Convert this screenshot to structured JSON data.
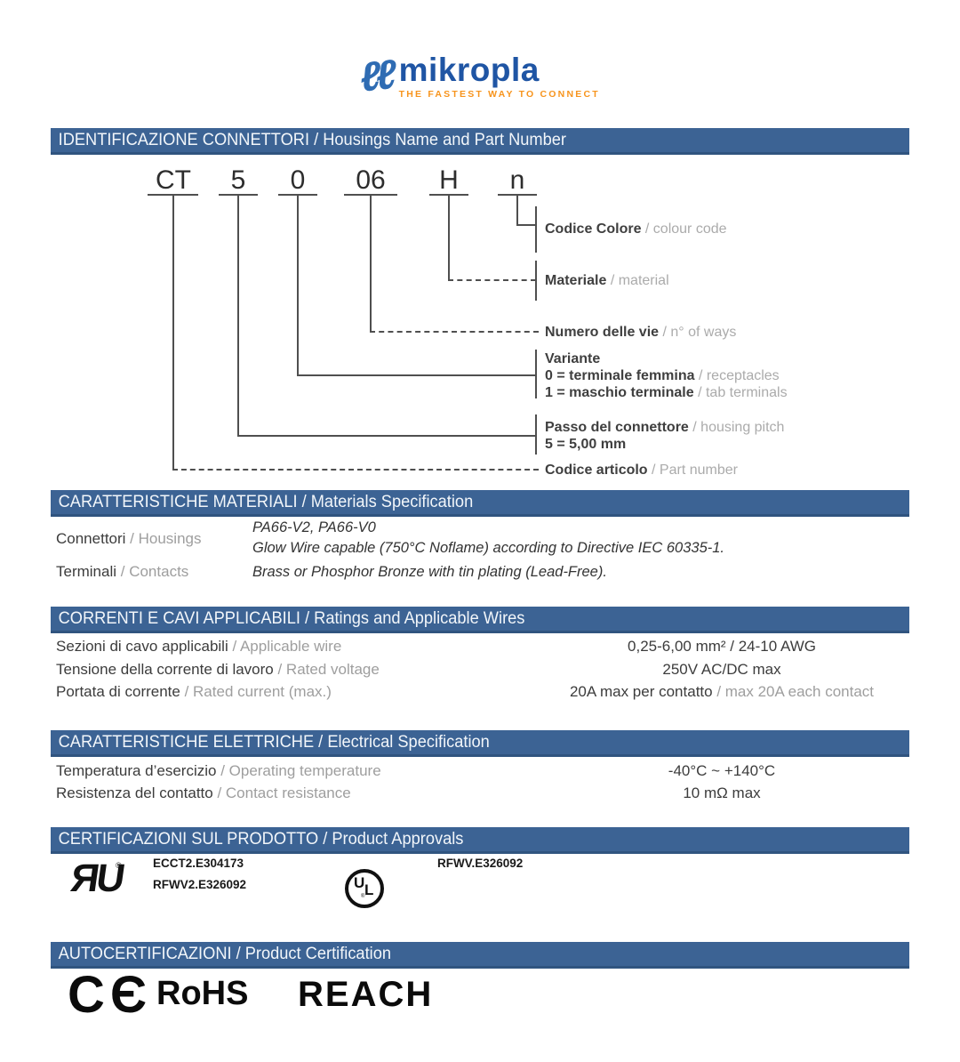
{
  "logo": {
    "icon_glyph": "ℓℓ",
    "brand": "mikropla",
    "tagline": "THE FASTEST WAY TO CONNECT"
  },
  "theme": {
    "bar_color": "#3c6394",
    "bar_text_color": "#f2f6fa",
    "brand_blue": "#1f55a4",
    "tagline_orange": "#f7941d"
  },
  "headers": {
    "identification": "IDENTIFICAZIONE CONNETTORI / Housings Name and Part Number",
    "materials": "CARATTERISTICHE MATERIALI / Materials Specification",
    "ratings": "CORRENTI E CAVI APPLICABILI / Ratings and Applicable Wires",
    "electrical": "CARATTERISTICHE ELETTRICHE / Electrical Specification",
    "approvals": "CERTIFICAZIONI SUL PRODOTTO / Product Approvals",
    "certification": "AUTOCERTIFICAZIONI / Product Certification"
  },
  "diagram": {
    "parts": [
      "CT",
      "5",
      "0",
      "06",
      "H",
      "n"
    ],
    "labels": {
      "codice_colore": {
        "it": "Codice Colore",
        "en": " / colour code"
      },
      "materiale": {
        "it": "Materiale",
        "en": " / material"
      },
      "numero_vie": {
        "it": "Numero delle vie",
        "en": " / n° of ways"
      },
      "variante": {
        "title": "Variante",
        "opt0_it": "0 = terminale femmina",
        "opt0_en": " / receptacles",
        "opt1_it": "1 = maschio terminale",
        "opt1_en": " / tab terminals"
      },
      "passo": {
        "it": "Passo del connettore",
        "en": " / housing pitch",
        "value": "5 = 5,00 mm"
      },
      "codice_articolo": {
        "it": "Codice articolo",
        "en": " / Part number"
      }
    }
  },
  "materials": {
    "rows": [
      {
        "label_it": "Connettori",
        "label_en": " / Housings",
        "line1": "PA66-V2, PA66-V0",
        "line2": "Glow Wire capable (750°C Noflame) according to Directive IEC 60335-1."
      },
      {
        "label_it": "Terminali",
        "label_en": " / Contacts",
        "line1": "Brass or Phosphor Bronze with tin plating (Lead-Free)."
      }
    ]
  },
  "ratings": {
    "rows": [
      {
        "label_it": "Sezioni di cavo applicabili",
        "label_en": " / Applicable wire",
        "value_it": "0,25-6,00 mm² / 24-10 AWG",
        "value_en": ""
      },
      {
        "label_it": "Tensione della corrente di lavoro",
        "label_en": " / Rated voltage",
        "value_it": "250V AC/DC max",
        "value_en": ""
      },
      {
        "label_it": "Portata di corrente",
        "label_en": " / Rated current (max.)",
        "value_it": "20A max per contatto",
        "value_en": " / max 20A each contact"
      }
    ]
  },
  "electrical": {
    "rows": [
      {
        "label_it": "Temperatura d’esercizio",
        "label_en": " / Operating temperature",
        "value": "-40°C ~ +140°C"
      },
      {
        "label_it": "Resistenza del contatto",
        "label_en": " / Contact resistance",
        "value": "10 mΩ max"
      }
    ]
  },
  "approvals": {
    "ur_glyph": "ЯU",
    "reg": "®",
    "codes_left": [
      "ECCT2.E304173",
      "RFWV2.E326092"
    ],
    "code_right": "RFWV.E326092",
    "ul_u": "U",
    "ul_l": "L"
  },
  "certification": {
    "ce_glyph": "CЄ",
    "rohs": "RoHS",
    "reach": "REACH"
  }
}
